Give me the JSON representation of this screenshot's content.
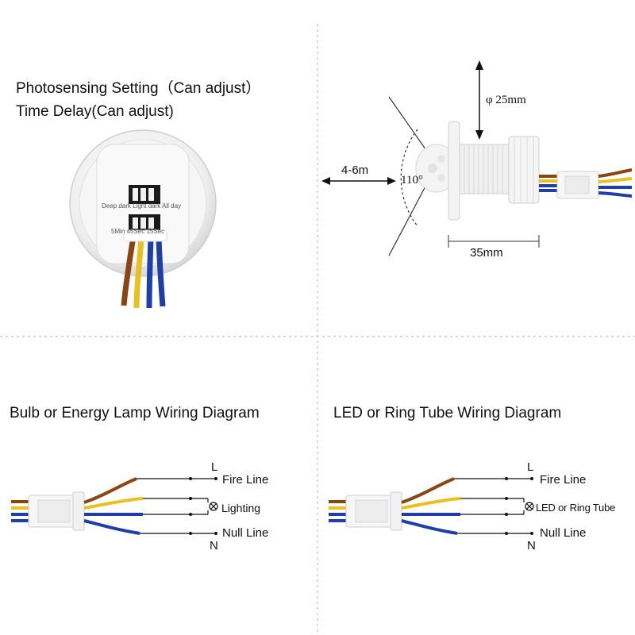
{
  "colors": {
    "wire_brown": "#8b4513",
    "wire_yellow": "#e8c020",
    "wire_blue": "#1e3ea8",
    "divider": "#bdbdbd",
    "housing": "#f2f2f2"
  },
  "quadrant_top_left": {
    "title_line1": "Photosensing Setting（Can adjust）",
    "title_line2": "Time Delay(Can adjust)",
    "switch_label_light": "Deep dark  Light dark  All day",
    "switch_label_time": "5Min  45Sec  15Sec"
  },
  "quadrant_top_right": {
    "dimension_diameter": "φ 25mm",
    "dimension_range": "4-6m",
    "dimension_angle": "110°",
    "dimension_length": "35mm"
  },
  "quadrant_bottom_left": {
    "title": "Bulb or Energy Lamp Wiring Diagram",
    "terminal_l": "L",
    "terminal_n": "N",
    "fire_line": "Fire Line",
    "load_label": "Lighting",
    "null_line": "Null Line"
  },
  "quadrant_bottom_right": {
    "title": "LED or Ring Tube Wiring Diagram",
    "terminal_l": "L",
    "terminal_n": "N",
    "fire_line": "Fire Line",
    "load_label": "LED or Ring Tube",
    "null_line": "Null Line"
  }
}
